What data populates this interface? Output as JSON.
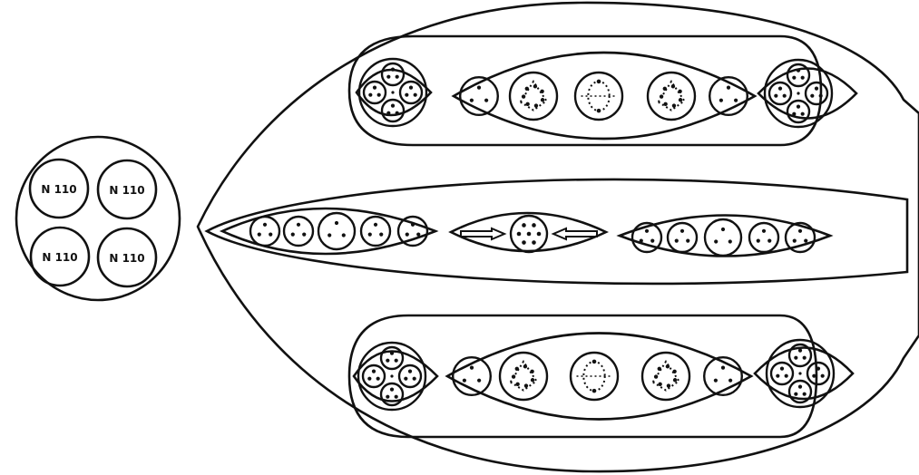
{
  "colors": {
    "ink": "#111111",
    "paper": "#ffffff"
  },
  "left_group": {
    "labels": [
      "N 110",
      "N 110",
      "N 110",
      "N 110"
    ]
  },
  "top_band": {
    "left_cluster": {
      "type": "cluster-of-4"
    },
    "middle_capsule": [
      "dot-circle",
      "hatched-star",
      "dashed-oval",
      "hatched-star",
      "dot-circle"
    ],
    "right_cluster": {
      "type": "cluster-of-4"
    }
  },
  "middle_band": {
    "left_capsule": [
      "dot-circle",
      "dot-circle",
      "dot-circle",
      "dot-circle",
      "dot-circle"
    ],
    "center_capsule": [
      "left-arrow",
      "dot-circle-6",
      "right-arrow"
    ],
    "right_capsule": [
      "dot-circle",
      "dot-circle",
      "dot-circle",
      "dot-circle",
      "dot-circle"
    ]
  },
  "bottom_band": {
    "left_cluster": {
      "type": "cluster-of-4"
    },
    "middle_capsule": [
      "dot-circle",
      "hatched-star",
      "dashed-oval",
      "hatched-star",
      "dot-circle"
    ],
    "right_cluster": {
      "type": "cluster-of-4"
    }
  }
}
